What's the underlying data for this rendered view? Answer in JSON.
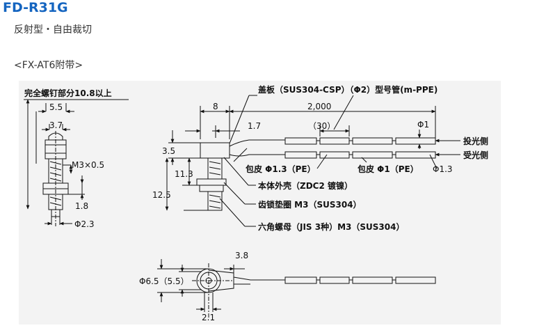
{
  "header": {
    "title": "FD-R31G",
    "subtitle": "反射型・自由裁切",
    "section": "<FX-AT6附带>"
  },
  "drawing": {
    "screw_note": "完全螺钉部分10.8以上",
    "dim_5_5": "5.5",
    "dim_3_7": "3.7",
    "thread": "M3×0.5",
    "dim_1_8": "1.8",
    "dia_2_3": "Φ2.3",
    "cover": "盖板（SUS304-CSP）（Φ2）型号管(m-PPE)",
    "dim_8": "8",
    "dim_2000": "2,000",
    "dim_1_7": "1.7",
    "dim_30": "（30）",
    "dia_1": "Φ1",
    "emit": "投光侧",
    "receive": "受光侧",
    "dim_3_5": "3.5",
    "dim_11_3": "11.3",
    "dim_12_5": "12.5",
    "sheath_13": "包皮 Φ1.3（PE）",
    "sheath_1": "包皮 Φ1（PE）",
    "dia_1_3": "Φ1.3",
    "body": "本体外壳（ZDC2 镀镍）",
    "washer": "齿锁垫圈 M3（SUS304）",
    "nut": "六角螺母（JIS 3种）M3（SUS304）",
    "dim_3_8": "3.8",
    "dia_6_5": "Φ6.5（5.5）",
    "dim_2_1": "2.1"
  }
}
